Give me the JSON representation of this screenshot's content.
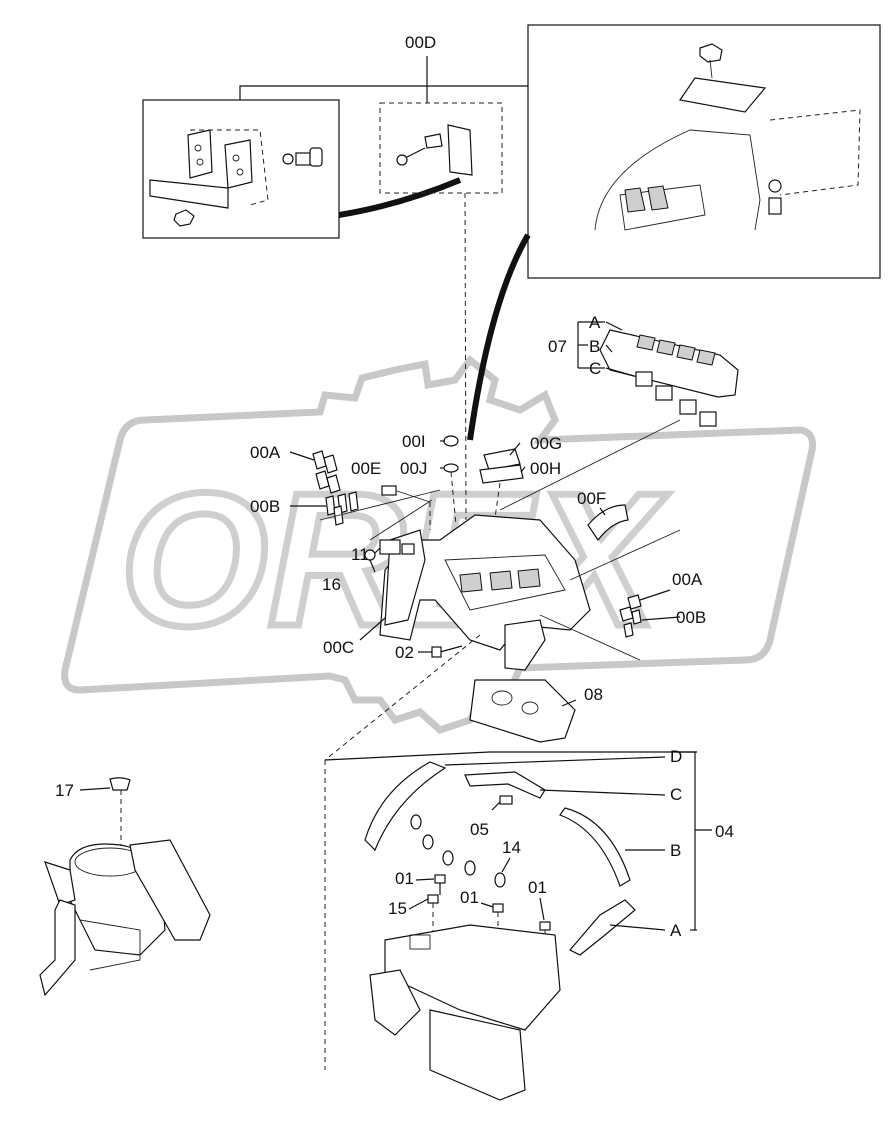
{
  "watermark": {
    "text": "OREX"
  },
  "callouts": {
    "c00D": "00D",
    "c07": "07",
    "c07A": "A",
    "c07B": "B",
    "c07C": "C",
    "c00A_left": "00A",
    "c00B_left": "00B",
    "c00E": "00E",
    "c00I": "00I",
    "c00J": "00J",
    "c00G": "00G",
    "c00H": "00H",
    "c00F": "00F",
    "c11": "11",
    "c16": "16",
    "c00C": "00C",
    "c02": "02",
    "c00A_right": "00A",
    "c00B_right": "00B",
    "c08": "08",
    "c17": "17",
    "c04": "04",
    "c04A": "A",
    "c04B": "B",
    "c04C": "C",
    "c04D": "D",
    "c05": "05",
    "c14": "14",
    "c01a": "01",
    "c01b": "01",
    "c01c": "01",
    "c15": "15"
  }
}
